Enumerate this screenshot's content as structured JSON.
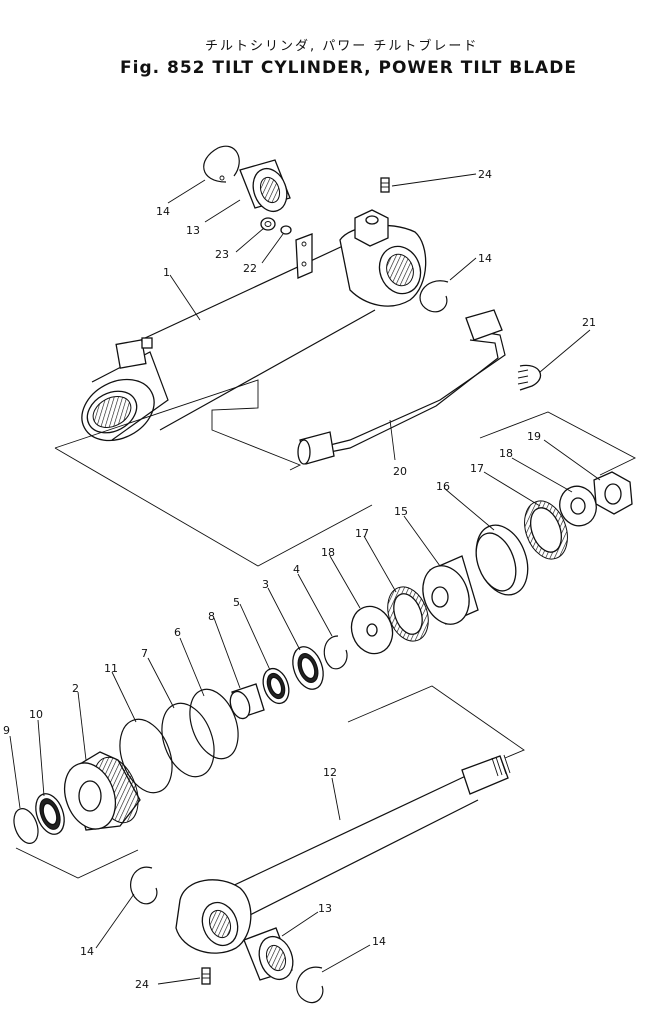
{
  "figure": {
    "title_jp": "チルトシリンダ, パワー チルトブレード",
    "title_en": "Fig. 852 TILT CYLINDER, POWER TILT BLADE"
  },
  "callouts": [
    {
      "id": "c14a",
      "label": "14"
    },
    {
      "id": "c13a",
      "label": "13"
    },
    {
      "id": "c23",
      "label": "23"
    },
    {
      "id": "c22",
      "label": "22"
    },
    {
      "id": "c24a",
      "label": "24"
    },
    {
      "id": "c14b",
      "label": "14"
    },
    {
      "id": "c1",
      "label": "1"
    },
    {
      "id": "c21",
      "label": "21"
    },
    {
      "id": "c20",
      "label": "20"
    },
    {
      "id": "c19",
      "label": "19"
    },
    {
      "id": "c18a",
      "label": "18"
    },
    {
      "id": "c17a",
      "label": "17"
    },
    {
      "id": "c16",
      "label": "16"
    },
    {
      "id": "c15",
      "label": "15"
    },
    {
      "id": "c17b",
      "label": "17"
    },
    {
      "id": "c18b",
      "label": "18"
    },
    {
      "id": "c4",
      "label": "4"
    },
    {
      "id": "c3",
      "label": "3"
    },
    {
      "id": "c5",
      "label": "5"
    },
    {
      "id": "c8",
      "label": "8"
    },
    {
      "id": "c6",
      "label": "6"
    },
    {
      "id": "c7",
      "label": "7"
    },
    {
      "id": "c11",
      "label": "11"
    },
    {
      "id": "c2",
      "label": "2"
    },
    {
      "id": "c10",
      "label": "10"
    },
    {
      "id": "c9",
      "label": "9"
    },
    {
      "id": "c12",
      "label": "12"
    },
    {
      "id": "c13b",
      "label": "13"
    },
    {
      "id": "c14c",
      "label": "14"
    },
    {
      "id": "c14d",
      "label": "14"
    },
    {
      "id": "c24b",
      "label": "24"
    }
  ]
}
